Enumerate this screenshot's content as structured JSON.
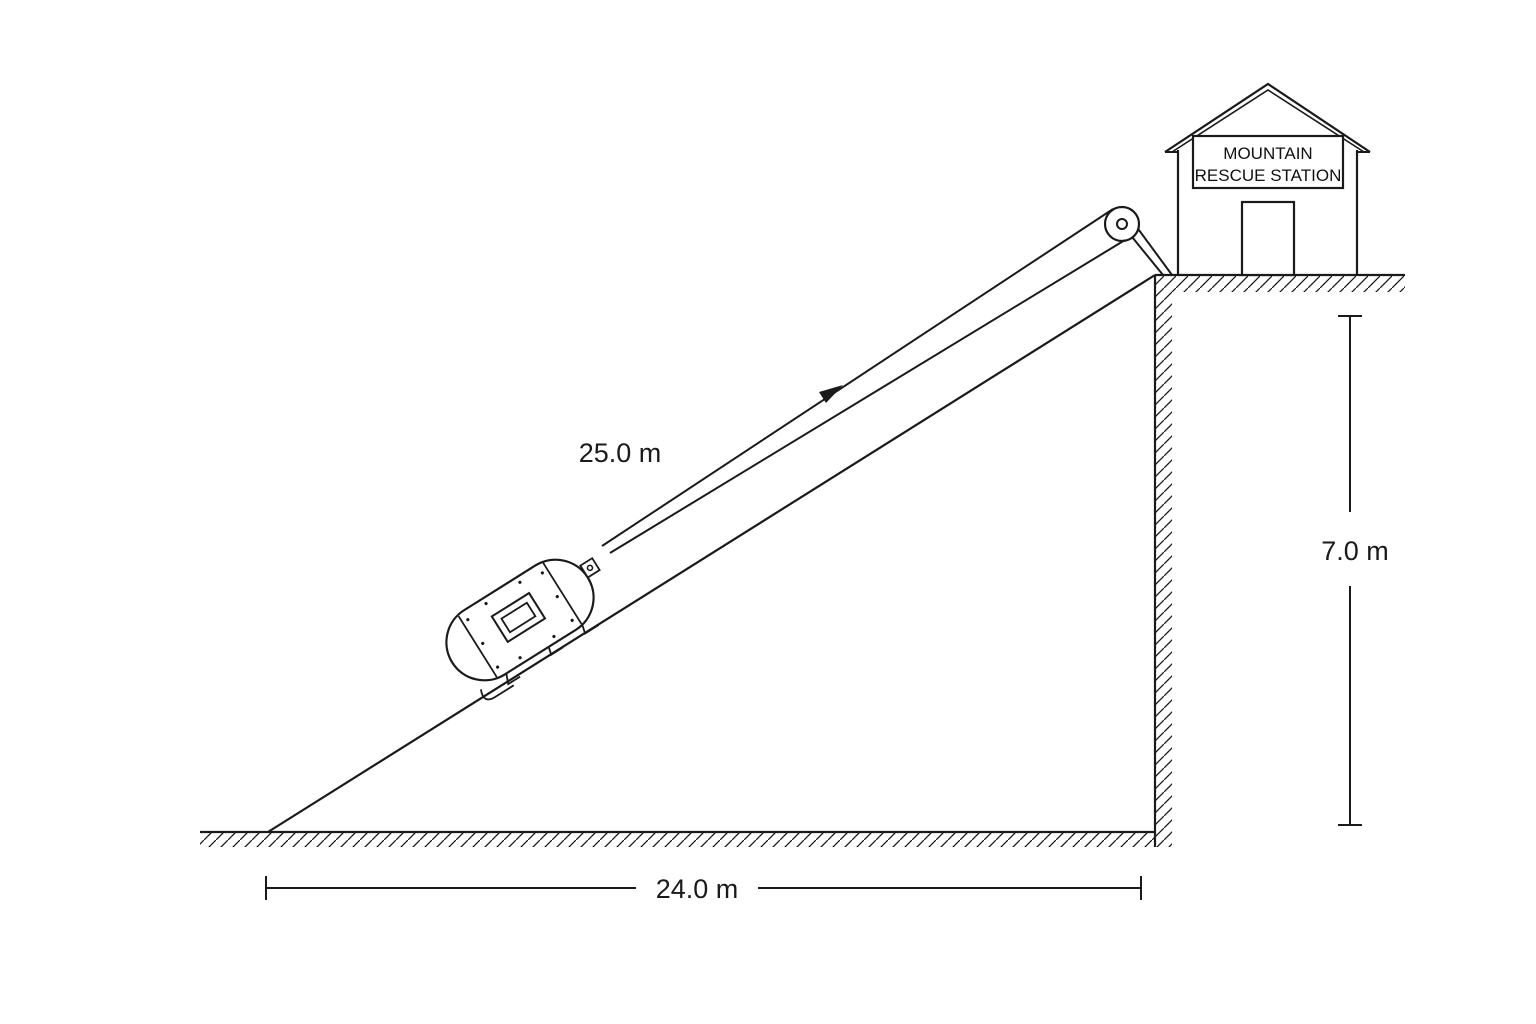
{
  "labels": {
    "slope_length": "25.0 m",
    "height": "7.0 m",
    "base": "24.0 m"
  },
  "station_sign": {
    "line1": "MOUNTAIN",
    "line2": "RESCUE STATION"
  },
  "colors": {
    "line": "#1a1a1a",
    "background": "#ffffff"
  }
}
